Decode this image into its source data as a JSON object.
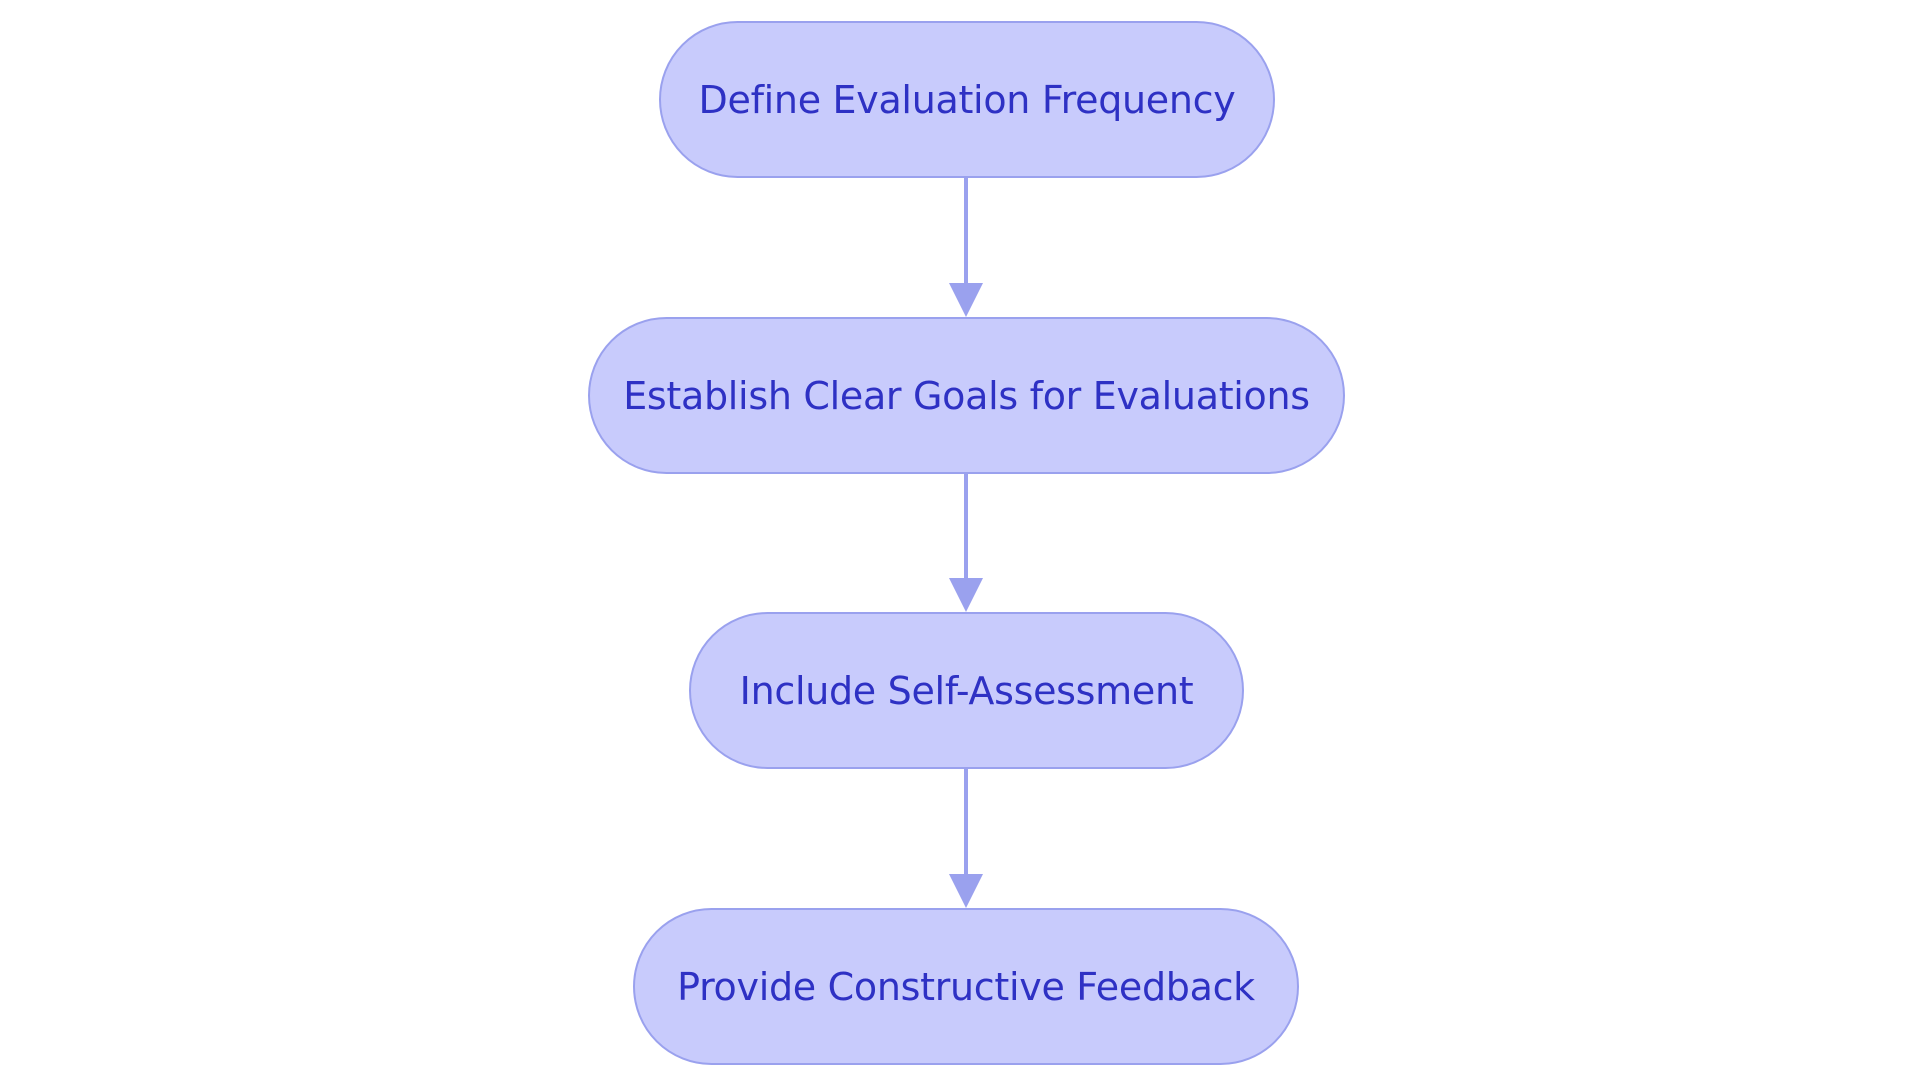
{
  "diagram": {
    "nodes": [
      {
        "id": "node-1",
        "label": "Define Evaluation Frequency"
      },
      {
        "id": "node-2",
        "label": "Establish Clear Goals for Evaluations"
      },
      {
        "id": "node-3",
        "label": "Include Self-Assessment"
      },
      {
        "id": "node-4",
        "label": "Provide Constructive Feedback"
      }
    ],
    "edges": [
      {
        "from": "node-1",
        "to": "node-2"
      },
      {
        "from": "node-2",
        "to": "node-3"
      },
      {
        "from": "node-3",
        "to": "node-4"
      }
    ],
    "colors": {
      "node_fill": "#c8cbfc",
      "node_border": "#9aa1ee",
      "text": "#2e31c4",
      "edge": "#9aa1ee"
    }
  }
}
